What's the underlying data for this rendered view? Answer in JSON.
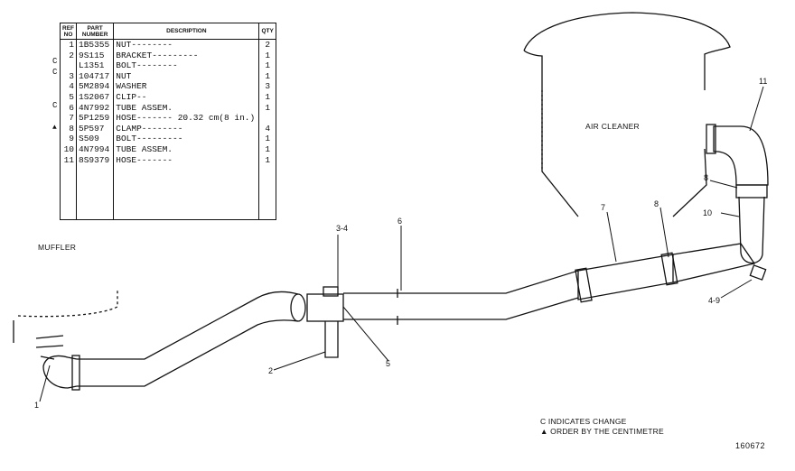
{
  "table": {
    "headers": {
      "ref_no": "REF NO",
      "part_number": "PART NUMBER",
      "description": "DESCRIPTION",
      "qty": "QTY"
    },
    "rows": [
      {
        "ref": "1",
        "part": "1B5355",
        "desc": "NUT--------",
        "qty": "2"
      },
      {
        "ref": "2",
        "part": "9S115",
        "desc": "BRACKET---------",
        "qty": "1"
      },
      {
        "ref": "",
        "part": "L1351",
        "desc": "BOLT--------",
        "qty": "1"
      },
      {
        "ref": "3",
        "part": "104717",
        "desc": "NUT",
        "qty": "1"
      },
      {
        "ref": "4",
        "part": "5M2894",
        "desc": "WASHER",
        "qty": "3"
      },
      {
        "ref": "5",
        "part": "1S2067",
        "desc": "CLIP--",
        "qty": "1"
      },
      {
        "ref": "6",
        "part": "4N7992",
        "desc": "TUBE ASSEM.",
        "qty": "1"
      },
      {
        "ref": "7",
        "part": "5P1259",
        "desc": "HOSE------- 20.32 cm(8 in.)",
        "qty": ""
      },
      {
        "ref": "8",
        "part": "5P597",
        "desc": "CLAMP--------",
        "qty": "4"
      },
      {
        "ref": "9",
        "part": "S509",
        "desc": "BOLT---------",
        "qty": "1"
      },
      {
        "ref": "10",
        "part": "4N7994",
        "desc": "TUBE ASSEM.",
        "qty": "1"
      },
      {
        "ref": "11",
        "part": "8S9379",
        "desc": "HOSE-------",
        "qty": "1"
      }
    ],
    "change_marker": "C",
    "order_marker": "▲"
  },
  "labels": {
    "muffler": "MUFFLER",
    "air_cleaner": "AIR CLEANER",
    "callout_1": "1",
    "callout_2": "2",
    "callout_3_4": "3-4",
    "callout_5": "5",
    "callout_6": "6",
    "callout_7": "7",
    "callout_8a": "8",
    "callout_8b": "8",
    "callout_10": "10",
    "callout_11": "11",
    "callout_4_9": "4-9"
  },
  "notes": {
    "line1": "C INDICATES CHANGE",
    "line2": "▲ ORDER BY THE CENTIMETRE"
  },
  "figure_number": "160672"
}
